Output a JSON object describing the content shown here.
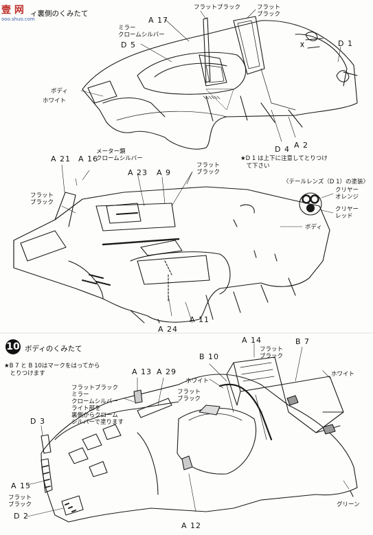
{
  "watermark": {
    "site": "壹 网",
    "domain": "ooo.shuo.com"
  },
  "section_a": {
    "title": "ィ裏側のくみたて",
    "labels": {
      "flat_black_1": "フラットブラック",
      "flat_black_2": "フラット\nブラック",
      "a17": "A 17",
      "mirror": "ミラー\nクロームシルバー",
      "d5": "D 5",
      "d1": "D 1",
      "body": "ボディ",
      "white": "ホワイト",
      "d4": "D 4",
      "a2": "A 2",
      "note": "★D 1 は上下に注意してとりつけ\n　て下さい"
    }
  },
  "section_b": {
    "labels": {
      "a21": "A 21",
      "a16": "A 16",
      "meter": "メーター類\nクロームシルバー",
      "a23": "A 23",
      "a9": "A 9",
      "flat_black_3": "フラット\nブラック",
      "flat_black_4": "フラット\nブラック",
      "tail_lens": "〈テールレンズ（D 1）の塗装〉",
      "clear_orange": "クリヤー\nオレンジ",
      "clear_red": "クリヤー\nレッド",
      "body2": "ボディ",
      "a11": "A 11",
      "a24": "A 24"
    }
  },
  "section_c": {
    "step_number": "10",
    "title": "ボディのくみたて",
    "note": "★B 7 と B 10はマークをはってから\n　とりつけます",
    "labels": {
      "a14": "A 14",
      "b7": "B 7",
      "b10": "B 10",
      "flat_black_5": "フラット\nブラック",
      "white2": "ホワイト",
      "white3": "ホワイト",
      "a13": "A 13",
      "a29": "A 29",
      "paint_instr": "フラットブラック\nミラー\nクロームシルバー\nライト部を\n裏側からクローム\nシルバーで塗ります",
      "flat_black_6": "フラット\nブラック",
      "d3": "D 3",
      "a15": "A 15",
      "flat_black_7": "フラット\nブラック",
      "d2": "D 2",
      "a12": "A 12",
      "green": "グリーン"
    }
  }
}
